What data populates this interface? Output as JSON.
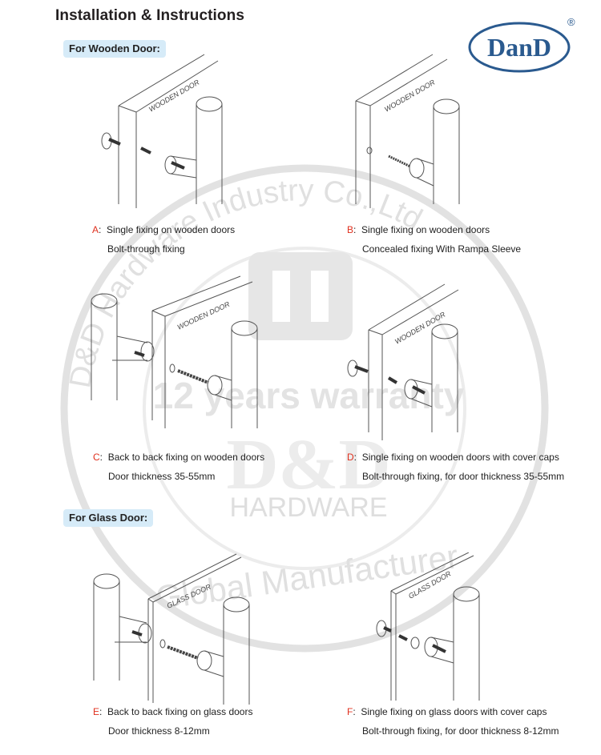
{
  "page": {
    "title": "Installation & Instructions",
    "logo": {
      "text": "DanD",
      "registered": "®",
      "color": "#2a5a8f"
    },
    "watermark": {
      "ring_text_top": "D&D Hardware Industry Co.,Ltd",
      "middle": "12 years warranty",
      "brand": "D&D",
      "sub": "HARDWARE",
      "bottom": "Global Manufacturer",
      "color": "#d8d8d8"
    }
  },
  "sections": [
    {
      "label": "For Wooden Door:",
      "items": [
        {
          "letter": "A",
          "sep": ":",
          "line1": "Single fixing on wooden doors",
          "line2": "Bolt-through fixing",
          "door_text": "WOODEN DOOR"
        },
        {
          "letter": "B",
          "sep": ":",
          "line1": "Single fixing on wooden doors",
          "line2": "Concealed fixing With Rampa Sleeve",
          "door_text": "WOODEN DOOR"
        },
        {
          "letter": "C",
          "sep": ":",
          "line1": "Back to back fixing on wooden doors",
          "line2": "Door thickness 35-55mm",
          "door_text": "WOODEN DOOR"
        },
        {
          "letter": "D",
          "sep": ":",
          "line1": "Single fixing on wooden doors with cover caps",
          "line2": "Bolt-through fixing, for door thickness 35-55mm",
          "door_text": "WOODEN DOOR"
        }
      ]
    },
    {
      "label": "For Glass Door:",
      "items": [
        {
          "letter": "E",
          "sep": ":",
          "line1": "Back to back fixing on glass doors",
          "line2": "Door thickness 8-12mm",
          "door_text": "GLASS DOOR"
        },
        {
          "letter": "F",
          "sep": ":",
          "line1": "Single fixing on glass doors with cover caps",
          "line2": "Bolt-through fixing,  for door thickness 8-12mm",
          "door_text": "GLASS DOOR"
        }
      ]
    }
  ],
  "colors": {
    "accent_letter": "#e0301e",
    "label_bg": "#d6ebf8",
    "line": "#555555"
  }
}
